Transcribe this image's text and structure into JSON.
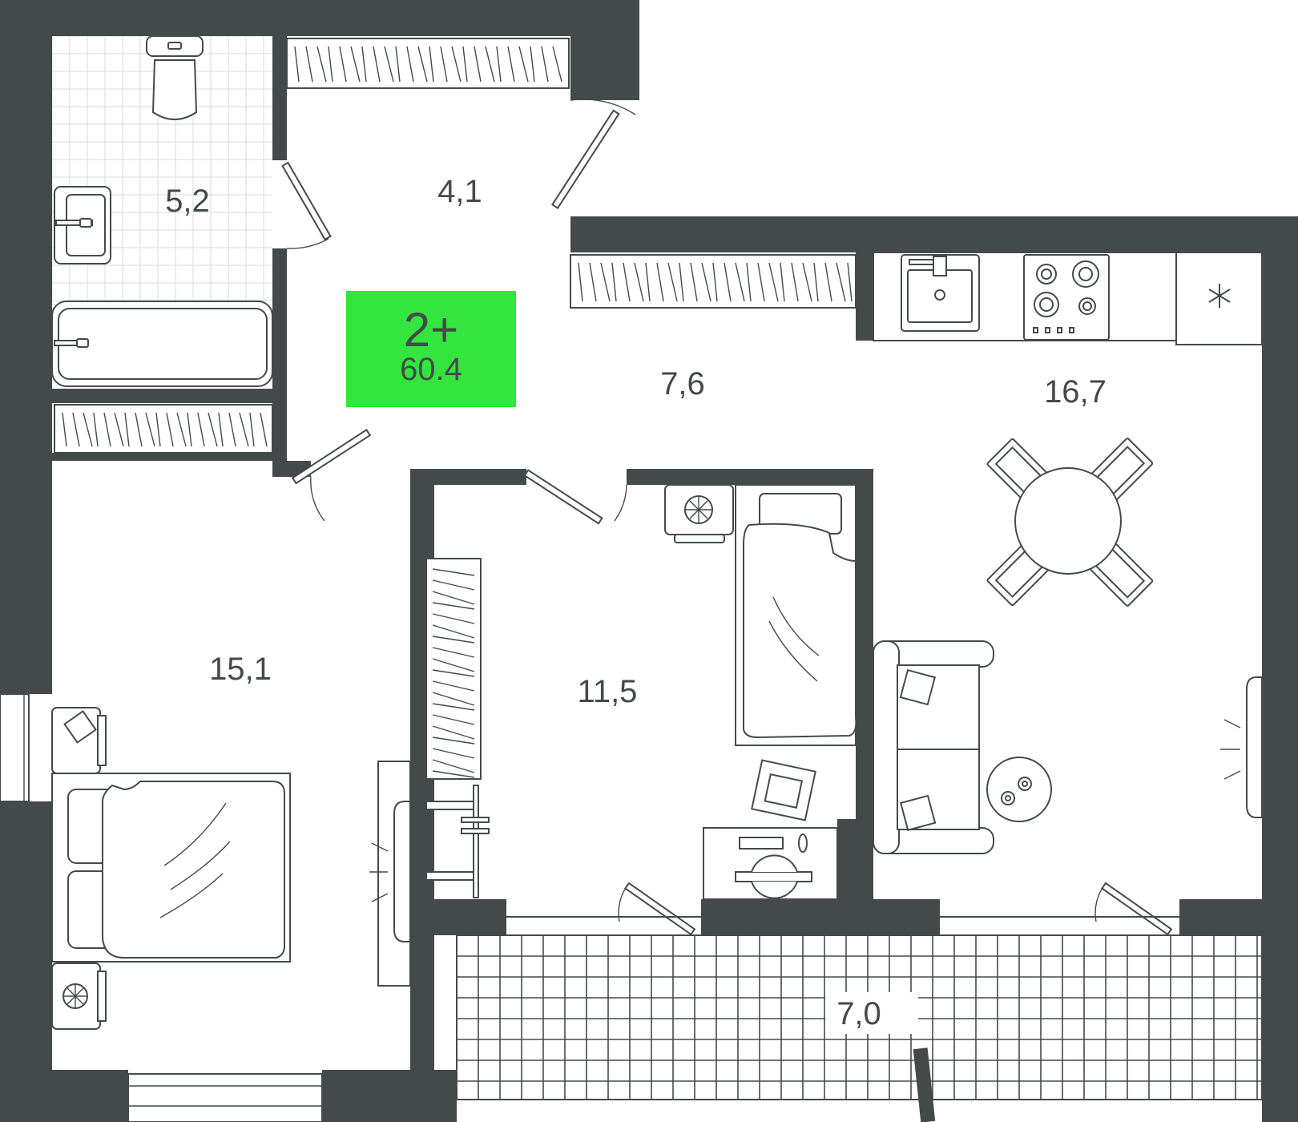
{
  "badge": {
    "rooms": "2+",
    "total_area": "60.4",
    "color": "#33e53d"
  },
  "rooms": {
    "bathroom": "5,2",
    "hallway": "4,1",
    "corridor": "7,6",
    "kitchen_living": "16,7",
    "bedroom": "15,1",
    "second_room": "11,5",
    "balcony": "7,0"
  },
  "colors": {
    "wall": "#444a4a",
    "tile": "#d9dcdc"
  }
}
